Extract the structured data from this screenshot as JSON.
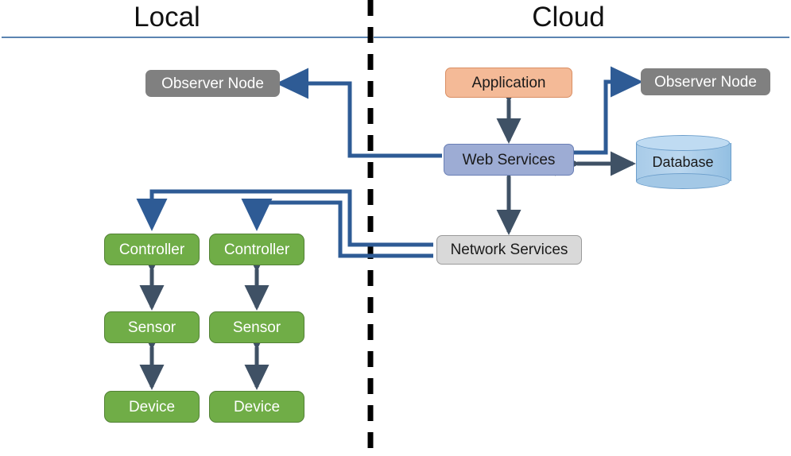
{
  "headers": {
    "local": "Local",
    "cloud": "Cloud"
  },
  "colors": {
    "rule": "#5B84B1",
    "divider": "#000000",
    "route_line": "#2E5B95",
    "peer_arrow": "#3F5165",
    "green": "#70AD47",
    "gray": "#808080",
    "light_gray": "#D9D9D9",
    "orange": "#F4BA97",
    "blue": "#9DACD4",
    "database": "#A8CBE8"
  },
  "nodes": {
    "local_observer": "Observer Node",
    "controller_1": "Controller",
    "controller_2": "Controller",
    "sensor_1": "Sensor",
    "sensor_2": "Sensor",
    "device_1": "Device",
    "device_2": "Device",
    "application": "Application",
    "web_services": "Web Services",
    "network_services": "Network Services",
    "cloud_observer": "Observer Node",
    "database": "Database"
  },
  "connections": [
    {
      "from": "web_services",
      "to": "local_observer",
      "style": "routed",
      "arrows": "one-way"
    },
    {
      "from": "web_services",
      "to": "cloud_observer",
      "style": "routed",
      "arrows": "one-way"
    },
    {
      "from": "application",
      "to": "web_services",
      "style": "straight",
      "arrows": "two-way"
    },
    {
      "from": "web_services",
      "to": "database",
      "style": "straight",
      "arrows": "two-way"
    },
    {
      "from": "web_services",
      "to": "network_services",
      "style": "straight",
      "arrows": "two-way"
    },
    {
      "from": "network_services",
      "to": "controller_1",
      "style": "routed",
      "arrows": "one-way"
    },
    {
      "from": "network_services",
      "to": "controller_2",
      "style": "routed",
      "arrows": "one-way"
    },
    {
      "from": "controller_1",
      "to": "sensor_1",
      "style": "straight",
      "arrows": "two-way"
    },
    {
      "from": "sensor_1",
      "to": "device_1",
      "style": "straight",
      "arrows": "two-way"
    },
    {
      "from": "controller_2",
      "to": "sensor_2",
      "style": "straight",
      "arrows": "two-way"
    },
    {
      "from": "sensor_2",
      "to": "device_2",
      "style": "straight",
      "arrows": "two-way"
    }
  ]
}
